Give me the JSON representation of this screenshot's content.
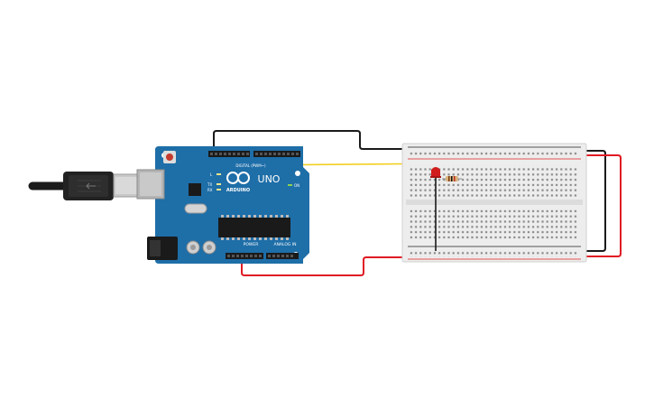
{
  "arduino": {
    "brand": "ARDUINO",
    "model": "UNO",
    "power_label": "POWER",
    "analog_label": "ANALOG IN",
    "digital_label": "DIGITAL (PWM~)",
    "led_labels": {
      "l": "L",
      "tx": "TX",
      "rx": "RX",
      "on": "ON"
    },
    "board_color": "#1e6ea8"
  },
  "usb": {
    "cable_color": "#1b1b1b",
    "connector_color": "#c8c8c8"
  },
  "breadboard": {
    "body_color": "#ededed",
    "rail_plus_color": "#e02020",
    "rail_minus_color": "#202020"
  },
  "components": {
    "led": {
      "color": "#d01c1c"
    },
    "resistor": {
      "body_color": "#d8b27c"
    }
  },
  "wires": {
    "ground_color": "#1a1a1a",
    "power_color": "#e01b24",
    "signal_color": "#f2cf1f"
  }
}
